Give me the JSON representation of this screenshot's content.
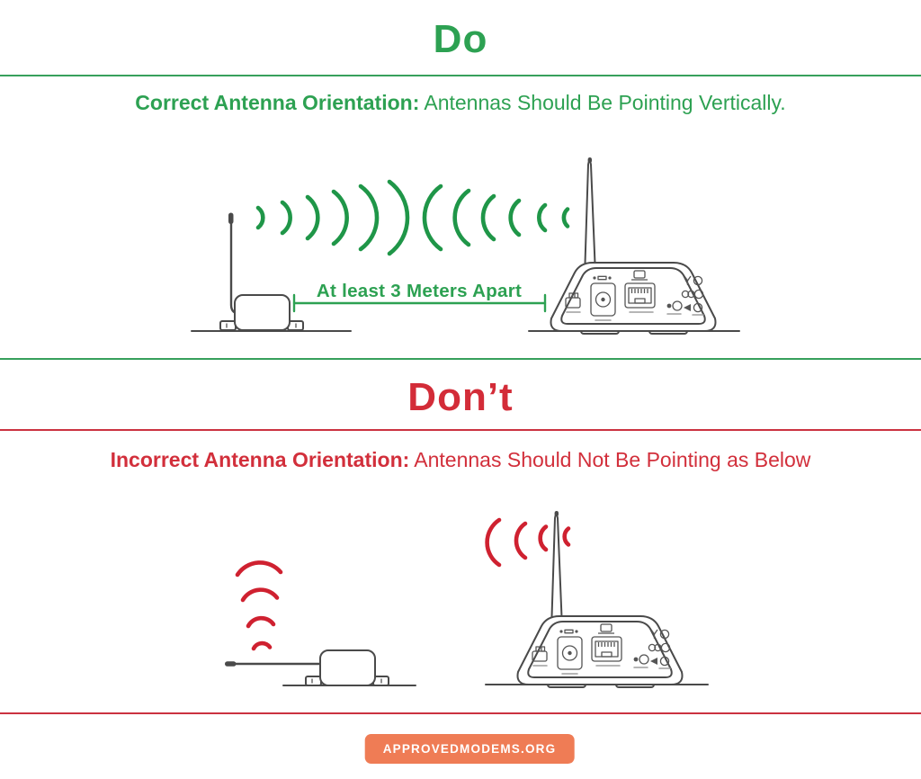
{
  "do_section": {
    "title": "Do",
    "subtitle_bold": "Correct Antenna Orientation:",
    "subtitle_rest": "Antennas Should Be Pointing Vertically.",
    "distance_label": "At least 3 Meters Apart",
    "text_color": "#2da152",
    "rule_color": "#37a05c",
    "wave_color": "#1f9648",
    "devices": [
      "wireless-sensor-vertical-antenna",
      "router-vertical-antenna"
    ]
  },
  "dont_section": {
    "title": "Don’t",
    "subtitle_bold": "Incorrect Antenna Orientation:",
    "subtitle_rest": "Antennas Should Not Be Pointing as Below",
    "text_color": "#d22f3b",
    "rule_color": "#cb3240",
    "wave_color": "#cf2130",
    "devices": [
      "wireless-sensor-horizontal-antenna",
      "router-vertical-antenna"
    ]
  },
  "footer": {
    "badge_label": "APPROVEDMODEMS.ORG",
    "badge_color": "#ef7c55",
    "badge_text_color": "#ffffff"
  }
}
